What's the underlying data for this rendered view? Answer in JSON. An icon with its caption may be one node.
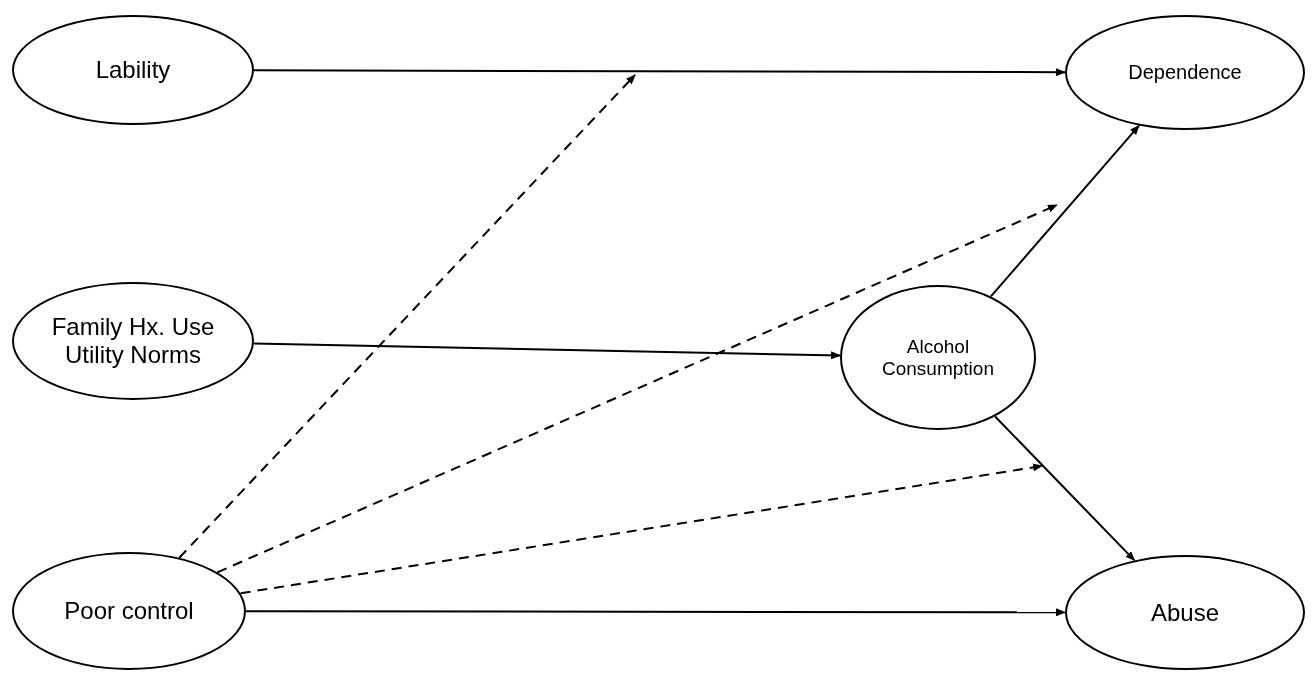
{
  "diagram": {
    "nodes": [
      {
        "text": [
          "Lability"
        ]
      },
      {
        "text": [
          "Dependence"
        ]
      },
      {
        "text": [
          "Family Hx. Use Utility Norms"
        ]
      },
      {
        "text": [
          "Alcohol Consumption"
        ]
      },
      {
        "text": [
          "Poor control"
        ]
      },
      {
        "text": [
          "Abuse"
        ]
      }
    ],
    "edges": [
      {
        "from": 0,
        "to": 1,
        "arrow": "to"
      },
      {
        "from": 2,
        "to": 3,
        "arrow": "to"
      },
      {
        "from": 3,
        "to": 1,
        "arrow": "to"
      },
      {
        "from": 3,
        "to": 5,
        "arrow": "to"
      },
      {
        "from": 4,
        "to": 5,
        "arrow": "to"
      },
      {
        "from": 4,
        "to": null,
        "arrow": "to",
        "style": "dashed"
      },
      {
        "from": 4,
        "to": null,
        "arrow": "to",
        "style": "dashed"
      },
      {
        "from": 4,
        "to": null,
        "arrow": "to",
        "style": "dashed"
      }
    ]
  }
}
